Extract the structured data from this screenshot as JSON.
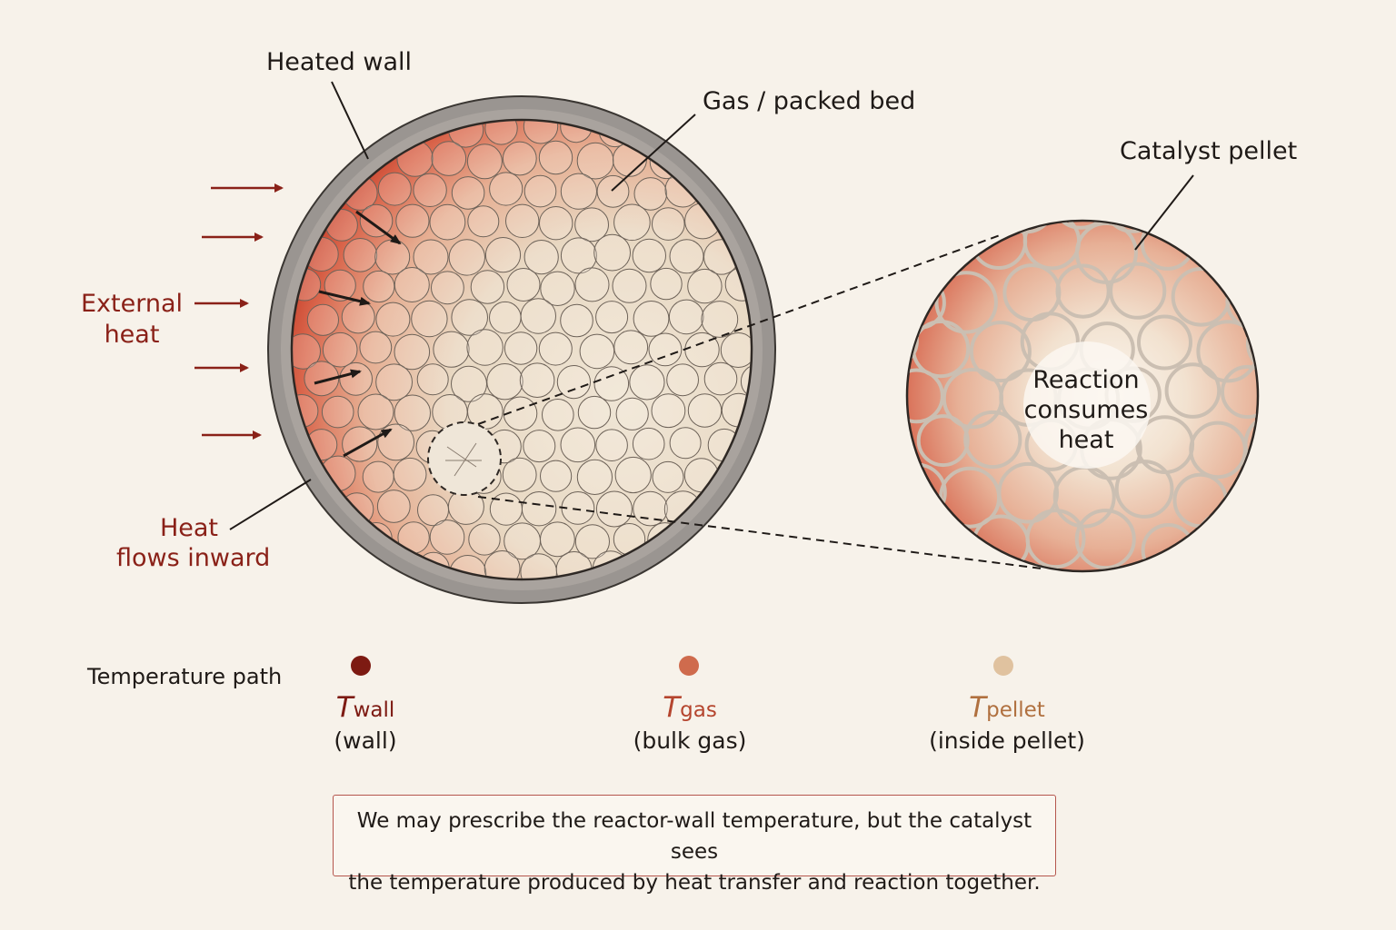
{
  "labels": {
    "heated_wall": "Heated wall",
    "gas_bed": "Gas / packed bed",
    "catalyst_pellet": "Catalyst pellet",
    "external_heat_1": "External",
    "external_heat_2": "heat",
    "heat_flows_1": "Heat",
    "heat_flows_2": "flows inward",
    "reaction_1": "Reaction",
    "reaction_2": "consumes",
    "reaction_3": "heat"
  },
  "temperature_path": {
    "title": "Temperature path",
    "points": [
      {
        "symbol": "T",
        "subscript": "wall",
        "caption": "(wall)",
        "color": "#7d1a12"
      },
      {
        "symbol": "T",
        "subscript": "gas",
        "caption": "(bulk gas)",
        "color": "#b5452e"
      },
      {
        "symbol": "T",
        "subscript": "pellet",
        "caption": "(inside pellet)",
        "color": "#b0703f"
      }
    ]
  },
  "note": {
    "line1": "We may prescribe the reactor-wall temperature, but the catalyst sees",
    "line2": "the temperature produced by heat transfer and reaction together."
  },
  "colors": {
    "hot": "#c8402c",
    "warm": "#e9a184",
    "cool": "#eee3d2",
    "wall": "#8d8a86",
    "arrow_red": "#8a2118"
  }
}
